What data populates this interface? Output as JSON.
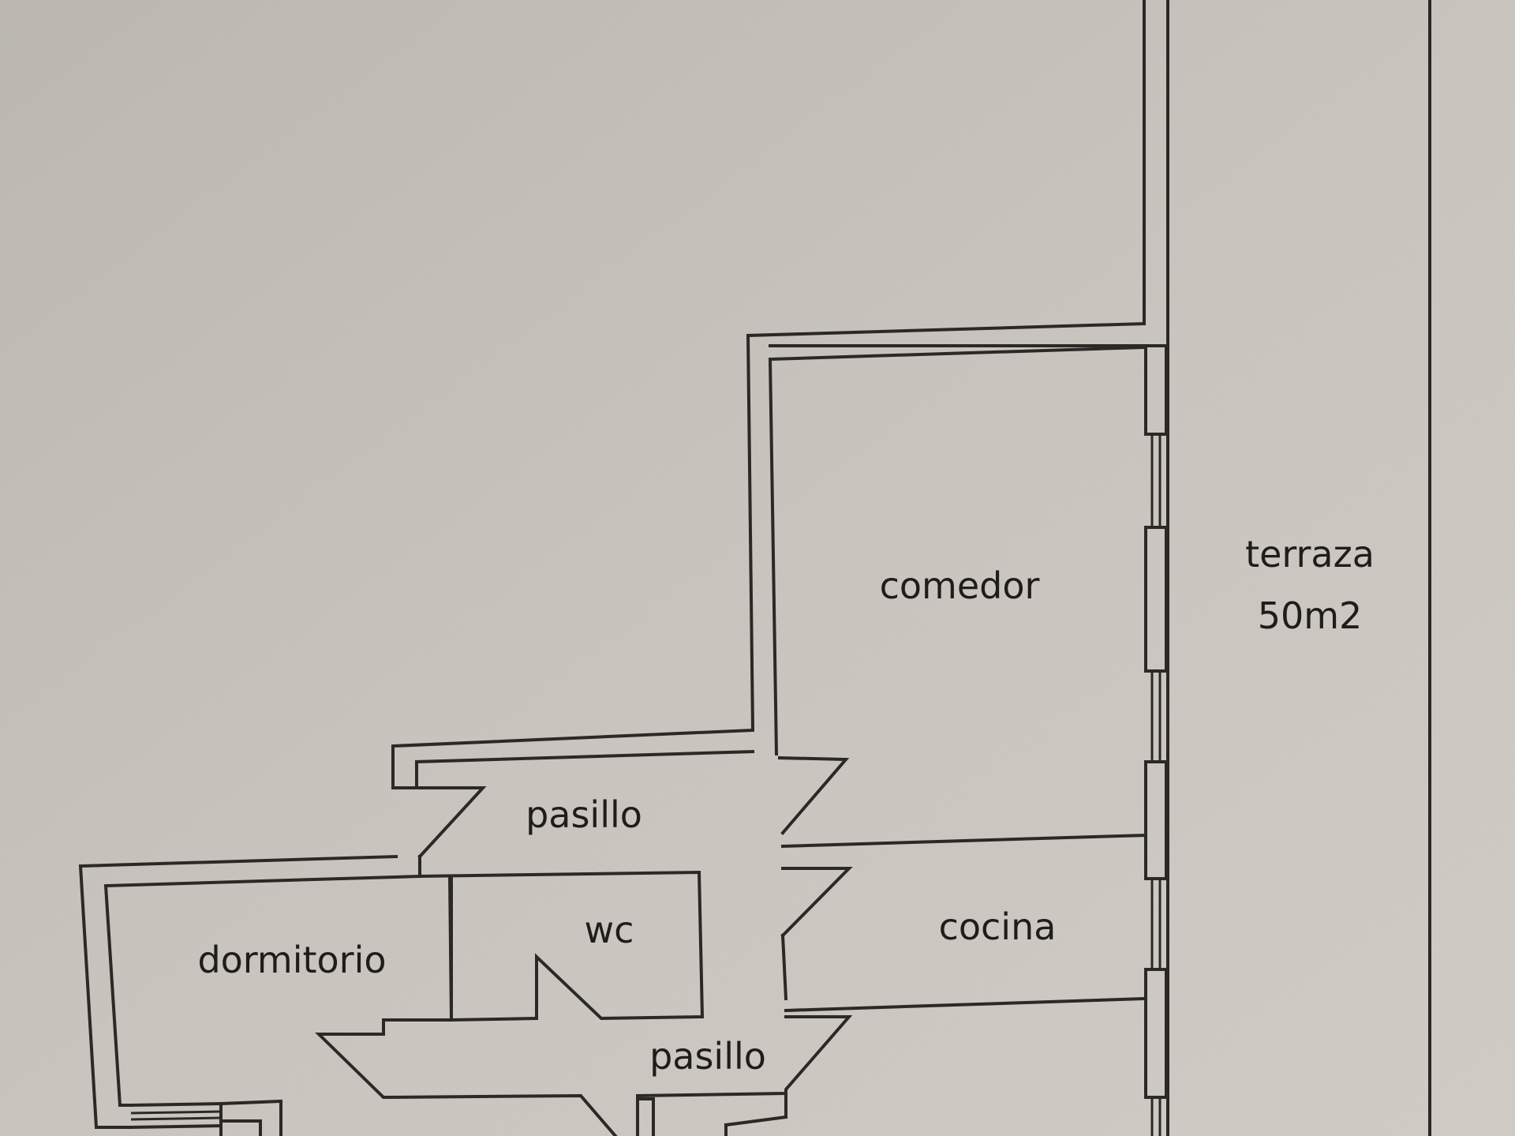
{
  "colors": {
    "paper": "#c9c4be",
    "ink": "#2b2926"
  },
  "rooms": {
    "terraza": "terraza",
    "terraza_area": "50m2",
    "comedor": "comedor",
    "pasillo_upper": "pasillo",
    "wc": "wc",
    "cocina": "cocina",
    "dormitorio": "dormitorio",
    "pasillo_lower": "pasillo"
  }
}
